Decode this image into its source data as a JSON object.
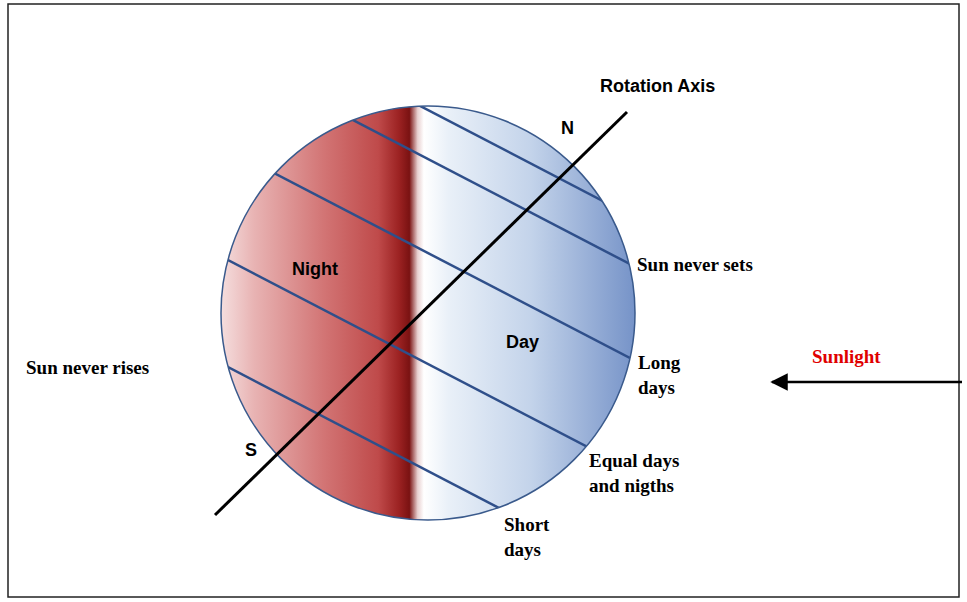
{
  "diagram": {
    "labels": [
      "Rotation Axis",
      "N",
      "Sun never sets",
      "Night",
      "Day",
      "Long days",
      "Sun never rises",
      "Sunlight",
      "Equal days and nigths",
      "S",
      "Short days"
    ]
  }
}
